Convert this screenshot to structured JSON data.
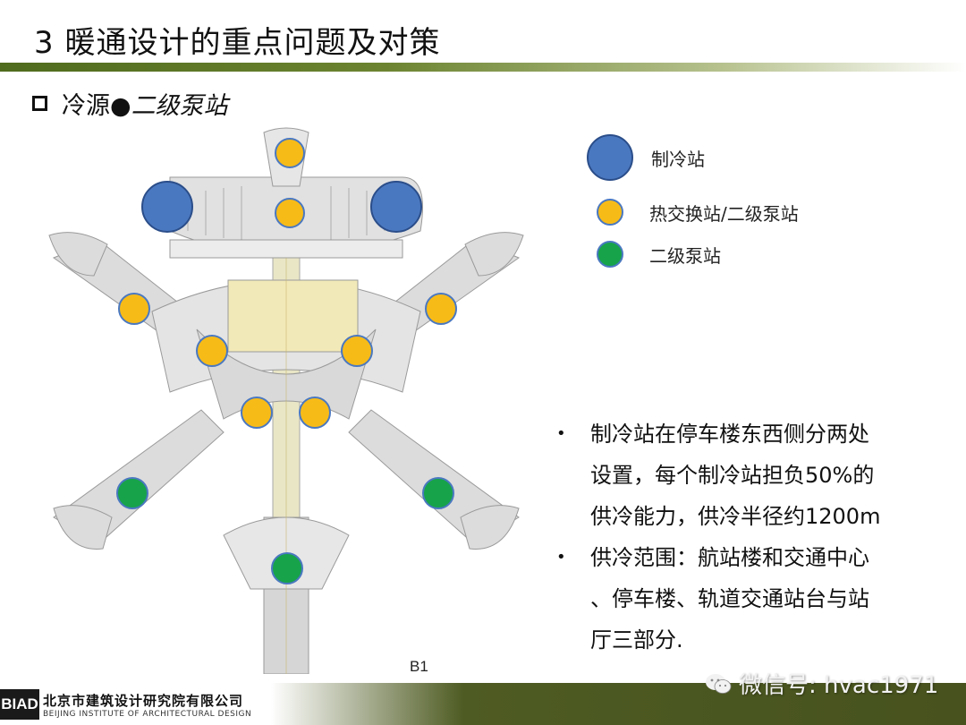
{
  "header": {
    "title": "3 暖通设计的重点问题及对策"
  },
  "subtitle": {
    "prefix": "冷源●",
    "italic": "二级泵站"
  },
  "plan": {
    "floor_label": "B1"
  },
  "legend": {
    "items": [
      {
        "label": "制冷站",
        "color": "#4a78c0",
        "stroke": "#2b4e8a"
      },
      {
        "label": "热交换站/二级泵站",
        "color": "#f7bb18",
        "stroke": "#4a78c0"
      },
      {
        "label": "二级泵站",
        "color": "#17a34a",
        "stroke": "#4a78c0"
      }
    ]
  },
  "bullets": [
    {
      "lines": [
        "制冷站在停车楼东西侧分两处",
        "设置，每个制冷站担负50%的",
        "供冷能力，供冷半径约1200m"
      ]
    },
    {
      "lines": [
        "供冷范围：航站楼和交通中心",
        "、停车楼、轨道交通站台与站",
        "厅三部分."
      ]
    }
  ],
  "footer": {
    "logo": "BIAD",
    "org_cn": "北京市建筑设计研究院有限公司",
    "org_en": "BEIJING INSTITUTE OF ARCHITECTURAL DESIGN"
  },
  "watermark": {
    "text": "微信号: hvac1971"
  }
}
